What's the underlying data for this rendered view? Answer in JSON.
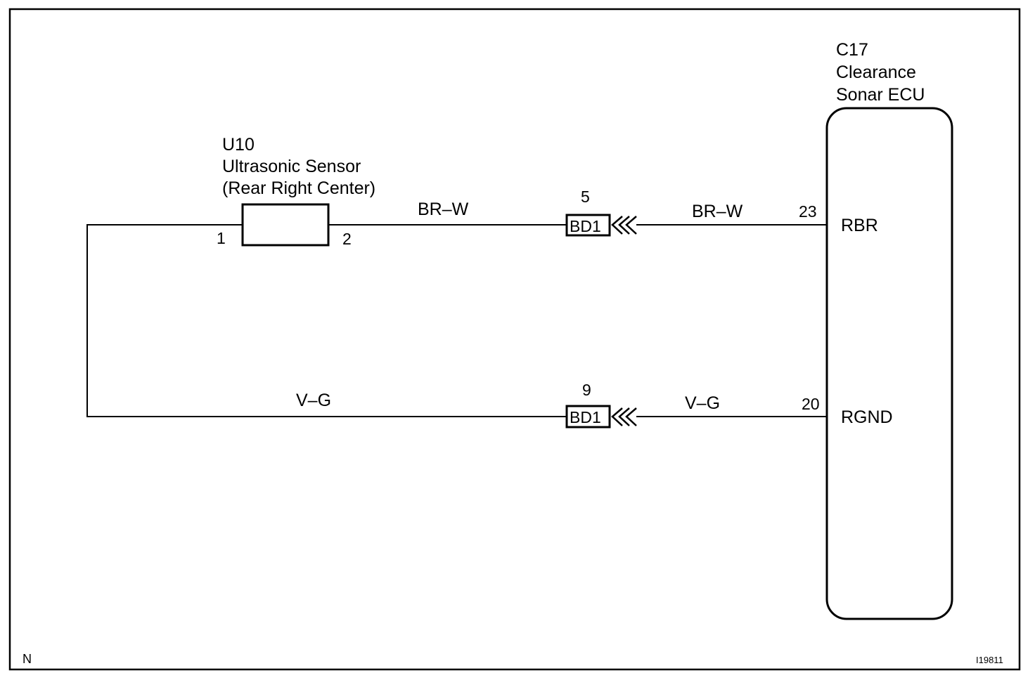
{
  "sensor": {
    "code": "U10",
    "name": "Ultrasonic Sensor",
    "position": "(Rear Right Center)",
    "pin_left": "1",
    "pin_right": "2"
  },
  "ecu": {
    "code": "C17",
    "name_line1": "Clearance",
    "name_line2": "Sonar ECU",
    "terminal_top": {
      "pin": "23",
      "name": "RBR"
    },
    "terminal_bottom": {
      "pin": "20",
      "name": "RGND"
    }
  },
  "connectors": {
    "top": {
      "label": "BD1",
      "pin": "5"
    },
    "bottom": {
      "label": "BD1",
      "pin": "9"
    }
  },
  "wires": {
    "top_left": "BR–W",
    "top_right": "BR–W",
    "bottom_left": "V–G",
    "bottom_right": "V–G"
  },
  "footer": {
    "corner_mark": "N",
    "figure_id": "I19811"
  }
}
